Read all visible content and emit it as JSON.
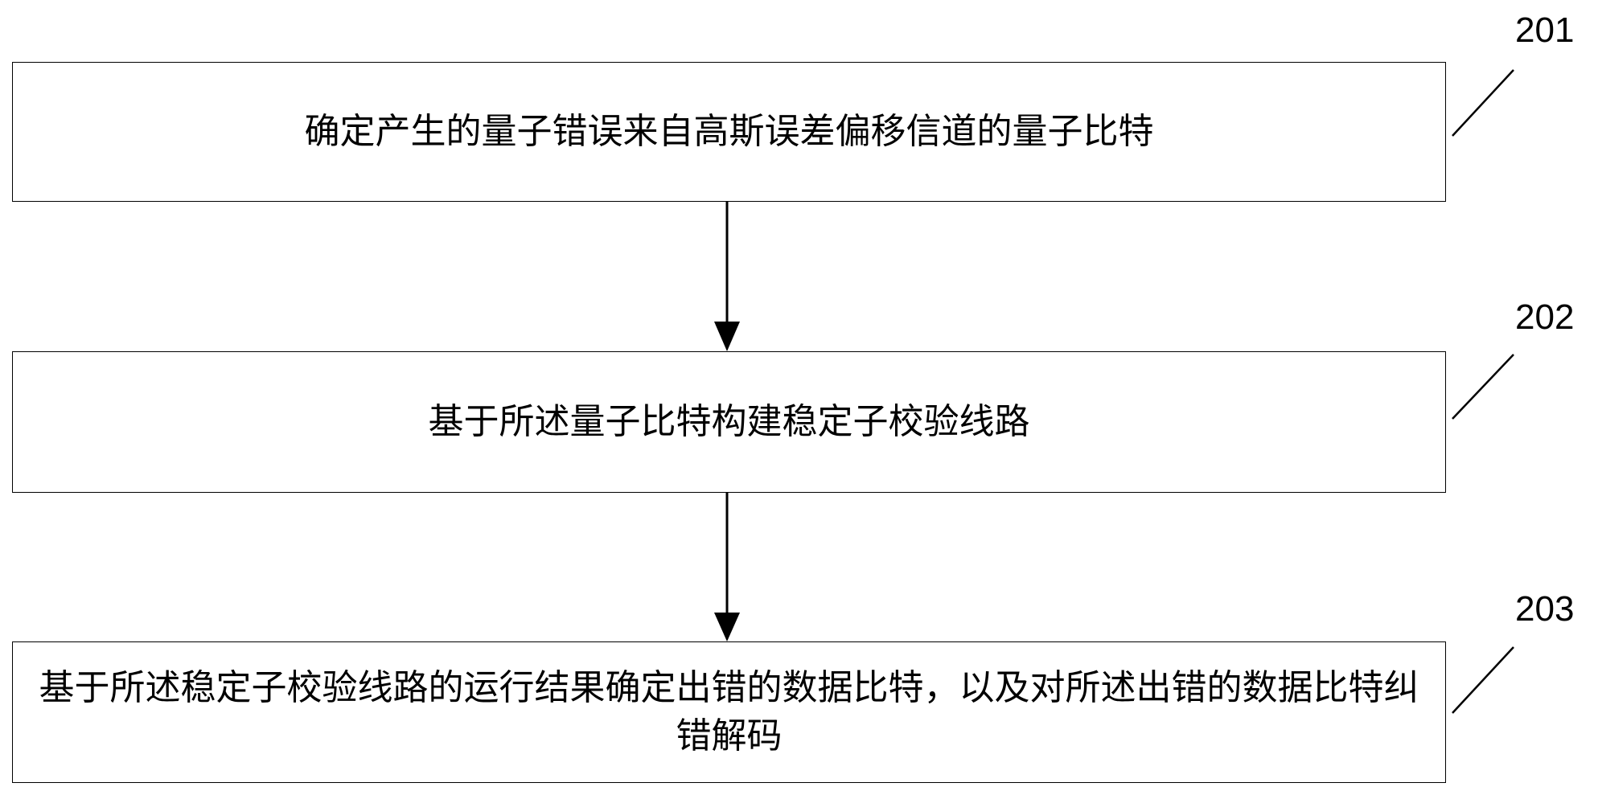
{
  "steps": [
    {
      "id": "201",
      "text": "确定产生的量子错误来自高斯误差偏移信道的量子比特"
    },
    {
      "id": "202",
      "text": "基于所述量子比特构建稳定子校验线路"
    },
    {
      "id": "203",
      "text": "基于所述稳定子校验线路的运行结果确定出错的数据比特，以及对所述出错的数据比特纠错解码"
    }
  ],
  "colors": {
    "stroke": "#000000",
    "background": "#ffffff"
  }
}
